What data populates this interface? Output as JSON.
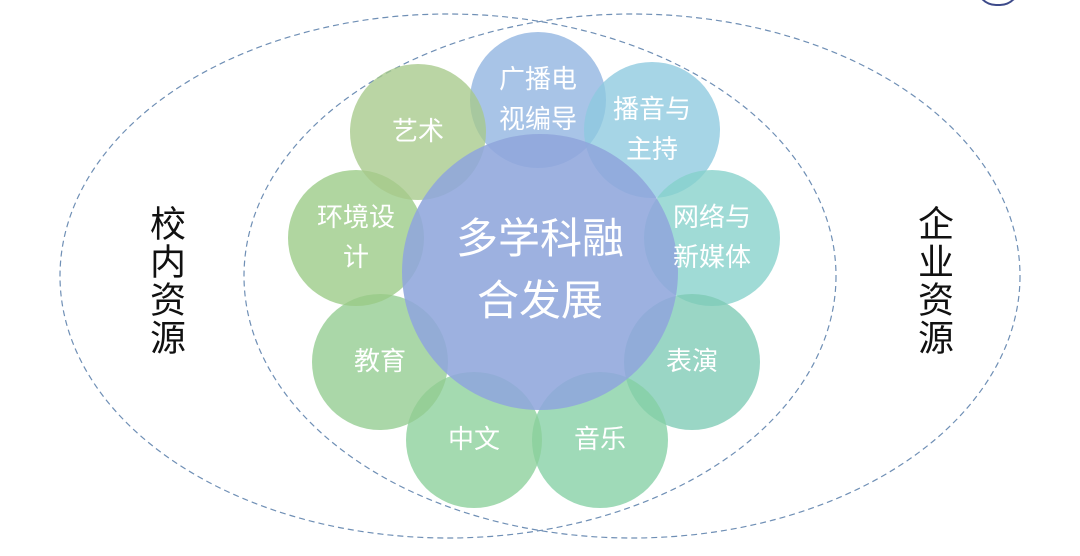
{
  "diagram": {
    "center": {
      "label": "多学科融\n合发展",
      "color": "#8fa6dc"
    },
    "left_resource": {
      "label": "校内资源"
    },
    "right_resource": {
      "label": "企业资源"
    },
    "disciplines": [
      {
        "label": "广播电\n视编导",
        "color": "#8fb3e0"
      },
      {
        "label": "播音与\n主持",
        "color": "#8dc9df"
      },
      {
        "label": "网络与\n新媒体",
        "color": "#85d1cb"
      },
      {
        "label": "表演",
        "color": "#7ecab5"
      },
      {
        "label": "音乐",
        "color": "#84cfa4"
      },
      {
        "label": "中文",
        "color": "#8bd09a"
      },
      {
        "label": "教育",
        "color": "#92cc8f"
      },
      {
        "label": "环境设\n计",
        "color": "#9acb85"
      },
      {
        "label": "艺术",
        "color": "#a7c98a"
      }
    ],
    "ellipse_stroke": "#6f8fb5"
  }
}
